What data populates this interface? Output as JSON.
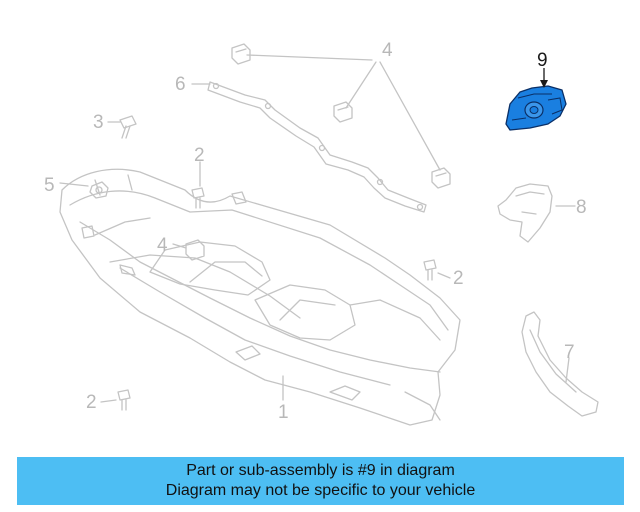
{
  "callouts": {
    "c1": "1",
    "c2a": "2",
    "c2b": "2",
    "c2c": "2",
    "c3": "3",
    "c4a": "4",
    "c4b": "4",
    "c5": "5",
    "c6": "6",
    "c7": "7",
    "c8": "8",
    "c9": "9"
  },
  "banner": {
    "line1": "Part or sub-assembly is #9 in diagram",
    "line2": "Diagram may not be specific to your vehicle"
  },
  "colors": {
    "highlight_part": "#1a7fe0",
    "banner_bg": "#4dbef3",
    "line_gray": "#c4c4c4"
  }
}
